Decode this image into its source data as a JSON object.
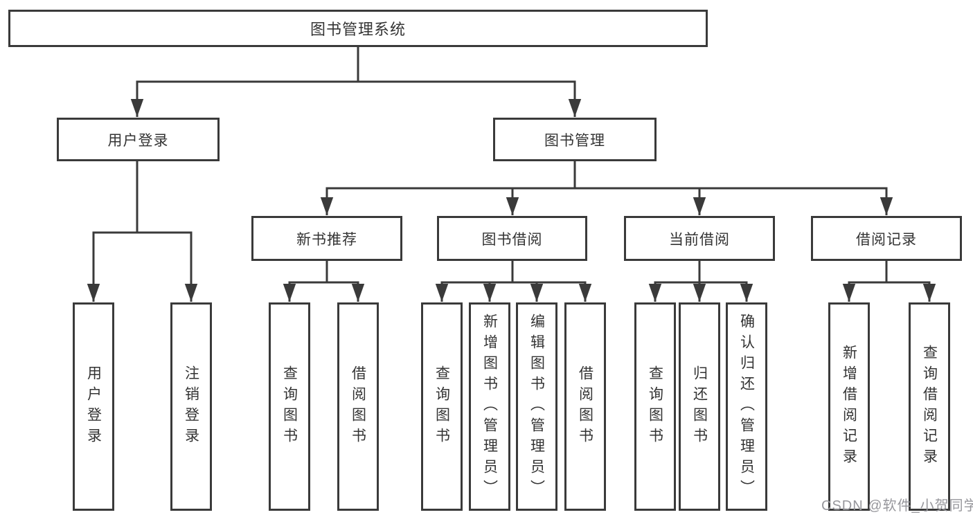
{
  "title": "图书管理系统",
  "colors": {
    "line": "#3a3a3a",
    "box_border": "#3a3a3a",
    "text": "#333333",
    "background": "#ffffff",
    "watermark": "#97979c"
  },
  "watermark": {
    "text": "CSDN @软件_小贺同学"
  },
  "structure": [
    {
      "label": "图书管理系统",
      "children": [
        {
          "label": "用户登录",
          "children": [
            {
              "label": "用户登录"
            },
            {
              "label": "注销登录"
            }
          ]
        },
        {
          "label": "图书管理",
          "children": [
            {
              "label": "新书推荐",
              "children": [
                {
                  "label": "查询图书"
                },
                {
                  "label": "借阅图书"
                }
              ]
            },
            {
              "label": "图书借阅",
              "children": [
                {
                  "label": "查询图书"
                },
                {
                  "label": "新增图书（管理员）"
                },
                {
                  "label": "编辑图书（管理员）"
                },
                {
                  "label": "借阅图书"
                }
              ]
            },
            {
              "label": "当前借阅",
              "children": [
                {
                  "label": "查询图书"
                },
                {
                  "label": "归还图书"
                },
                {
                  "label": "确认归还（管理员）"
                }
              ]
            },
            {
              "label": "借阅记录",
              "children": [
                {
                  "label": "新增借阅记录"
                },
                {
                  "label": "查询借阅记录"
                }
              ]
            }
          ]
        }
      ]
    }
  ]
}
